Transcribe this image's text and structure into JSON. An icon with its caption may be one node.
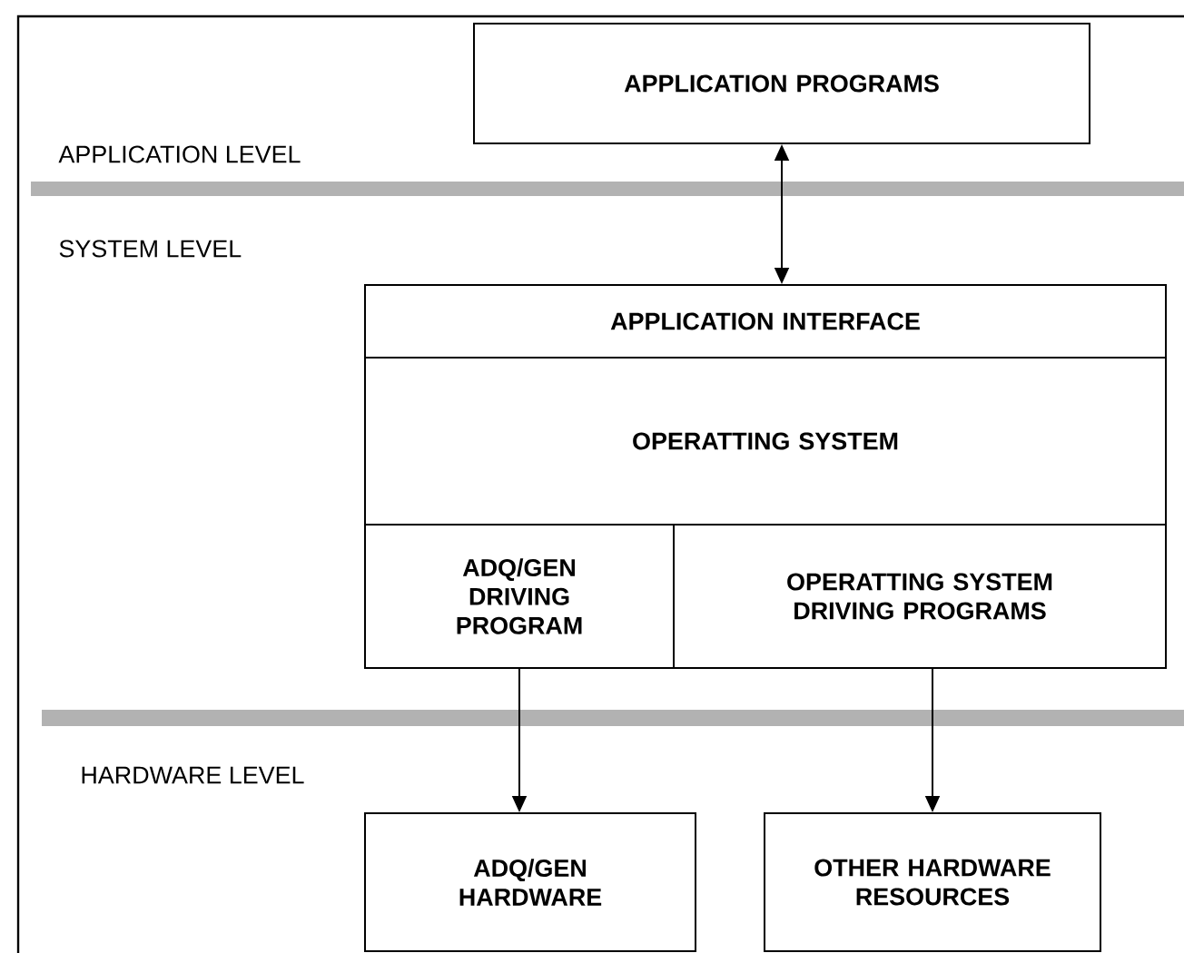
{
  "diagram": {
    "nodes": [
      {
        "text": [
          "APPLICATION PROGRAMS"
        ]
      },
      {
        "text": [
          "APPLICATION INTERFACE"
        ]
      },
      {
        "text": [
          "OPERATTING SYSTEM"
        ]
      },
      {
        "text": [
          "ADQ/GEN DRIVING PROGRAM"
        ]
      },
      {
        "text": [
          "OPERATTING SYSTEM DRIVING PROGRAMS"
        ]
      },
      {
        "text": [
          "ADQ/GEN HARDWARE"
        ]
      },
      {
        "text": [
          "OTHER HARDWARE RESOURCES"
        ]
      }
    ],
    "edges": [
      {
        "from": 0,
        "to": 1,
        "arrow": "both"
      },
      {
        "from": 3,
        "to": 5,
        "arrow": "to"
      },
      {
        "from": 4,
        "to": 6,
        "arrow": "to"
      }
    ],
    "labels": [
      "APPLICATION LEVEL",
      "SYSTEM LEVEL",
      "HARDWARE LEVEL"
    ]
  }
}
